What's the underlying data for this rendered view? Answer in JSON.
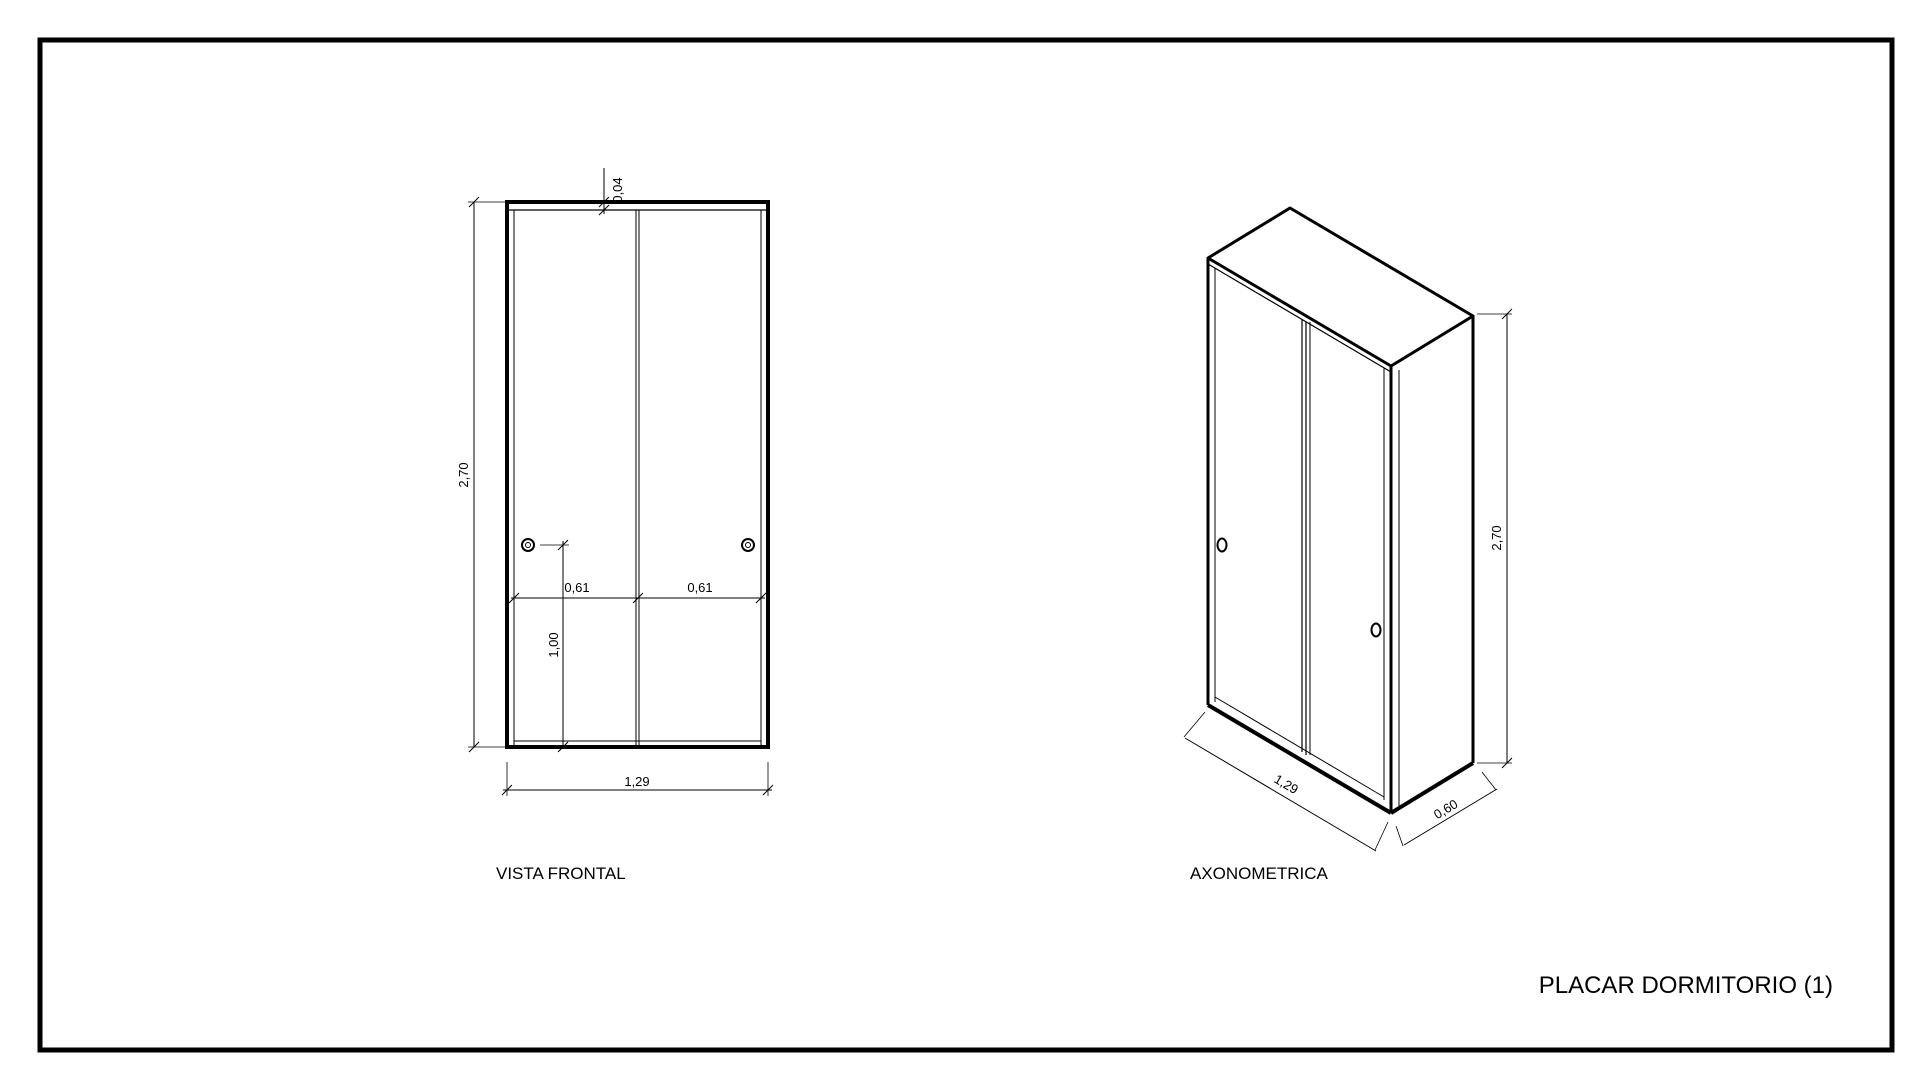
{
  "sheet_title": "PLACAR DORMITORIO (1)",
  "views": {
    "front": {
      "title": "VISTA FRONTAL",
      "dims": {
        "top_thickness": "0,04",
        "height": "2,70",
        "width": "1,29",
        "left_door": "0,61",
        "right_door": "0,61",
        "handle_height": "1,00"
      }
    },
    "axo": {
      "title": "AXONOMETRICA",
      "dims": {
        "height": "2,70",
        "width": "1,29",
        "depth": "0,60"
      }
    }
  }
}
